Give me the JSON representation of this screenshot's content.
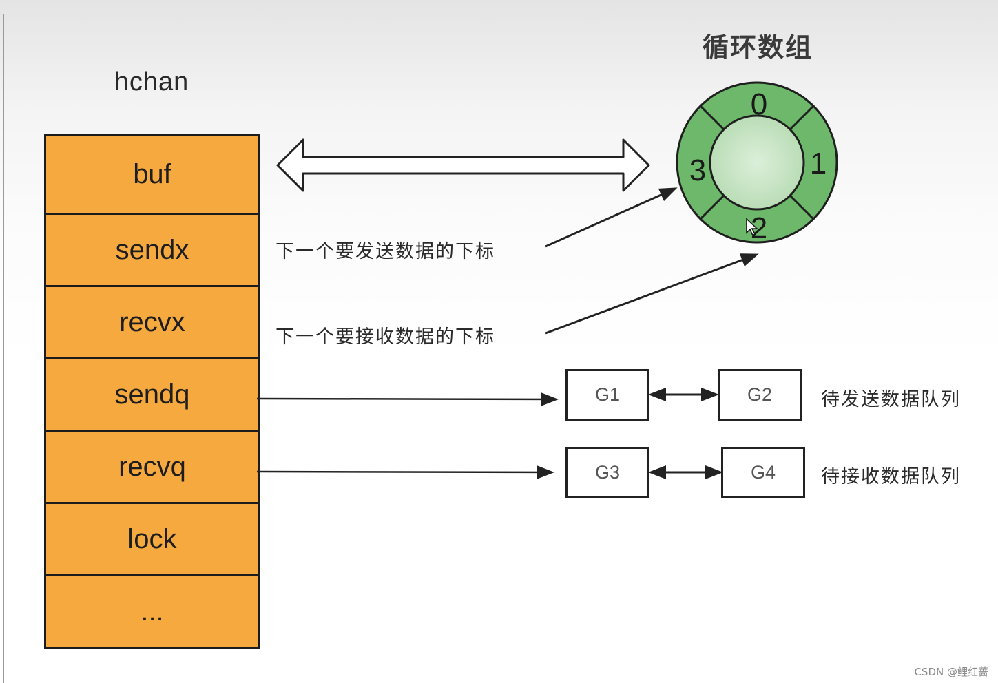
{
  "hchan": {
    "title": "hchan",
    "fields": [
      "buf",
      "sendx",
      "recvx",
      "sendq",
      "recvq",
      "lock",
      "..."
    ]
  },
  "ring": {
    "title": "循环数组",
    "slots": [
      "0",
      "1",
      "2",
      "3"
    ],
    "colors": {
      "outer": "#6db86a",
      "inner": "#cfe8cc",
      "stroke": "#1f1f1f"
    }
  },
  "pointers": {
    "sendx_desc": "下一个要发送数据的下标",
    "recvx_desc": "下一个要接收数据的下标"
  },
  "queues": {
    "send": {
      "items": [
        "G1",
        "G2"
      ],
      "label": "待发送数据队列"
    },
    "recv": {
      "items": [
        "G3",
        "G4"
      ],
      "label": "待接收数据队列"
    }
  },
  "colors": {
    "struct_fill": "#f6a93f",
    "line": "#222222"
  },
  "watermark": "CSDN @鲤红蔷"
}
